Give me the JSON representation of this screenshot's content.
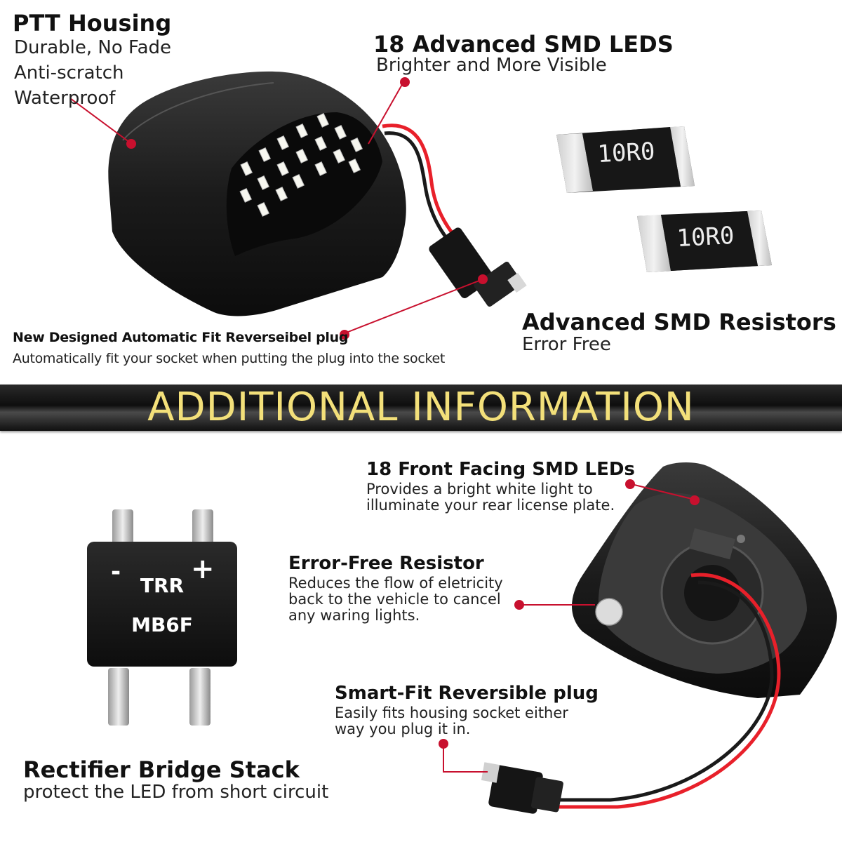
{
  "top_callouts": {
    "housing": {
      "title": "PTT Housing",
      "lines": [
        "Durable, No Fade",
        "Anti-scratch",
        "Waterproof"
      ]
    },
    "leds": {
      "title": "18 Advanced SMD LEDS",
      "subtitle": "Brighter and More Visible"
    },
    "resistors": {
      "title": "Advanced SMD Resistors",
      "subtitle": "Error Free",
      "chip_marking_1": "10R0",
      "chip_marking_2": "10R0"
    },
    "plug": {
      "title": "New Designed Automatic Fit Reverseibel plug",
      "subtitle": "Automatically fit your socket when putting the plug into the socket"
    }
  },
  "banner": {
    "text": "ADDITIONAL INFORMATION"
  },
  "bottom_callouts": {
    "front_leds": {
      "title": "18 Front Facing SMD LEDs",
      "lines": [
        "Provides a bright white light to",
        "illuminate your rear license plate."
      ]
    },
    "resistor": {
      "title": "Error-Free Resistor",
      "lines": [
        "Reduces the flow of eletricity",
        "back to the vehicle to cancel",
        "any waring lights."
      ]
    },
    "smart_plug": {
      "title": "Smart-Fit Reversible plug",
      "lines": [
        "Easily fits housing socket either",
        "way you plug it in."
      ]
    },
    "rectifier": {
      "title": "Rectifier Bridge Stack",
      "subtitle": "protect the LED from short circuit",
      "chip_minus": "-",
      "chip_plus": "+",
      "chip_line1": "TRR",
      "chip_line2": "MB6F"
    }
  },
  "colors": {
    "callout_red": "#c8102e",
    "banner_text": "#f3e07a",
    "housing_black": "#1c1c1c",
    "wire_red": "#e8202a"
  }
}
